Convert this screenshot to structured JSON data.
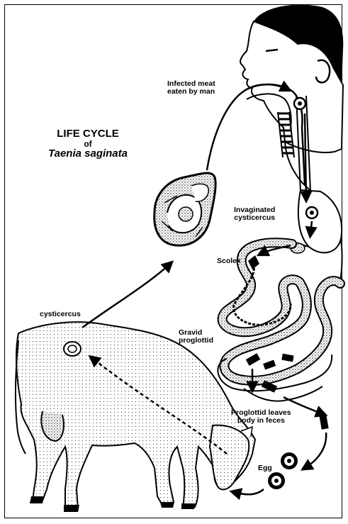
{
  "title": {
    "line1": "LIFE CYCLE",
    "line2": "of",
    "line3": "Taenia saginata"
  },
  "labels": {
    "infected_meat_1": "Infected meat",
    "infected_meat_2": "eaten by man",
    "invaginated_1": "Invaginated",
    "invaginated_2": "cysticercus",
    "scolex": "Scolex",
    "cysticercus": "cysticercus",
    "gravid_1": "Gravid",
    "gravid_2": "proglottid",
    "proglottid_leaves_1": "Proglottid leaves",
    "proglottid_leaves_2": "body in feces",
    "egg": "Egg"
  },
  "colors": {
    "ink": "#000000",
    "paper": "#ffffff",
    "shade": "#9a9a9a"
  }
}
